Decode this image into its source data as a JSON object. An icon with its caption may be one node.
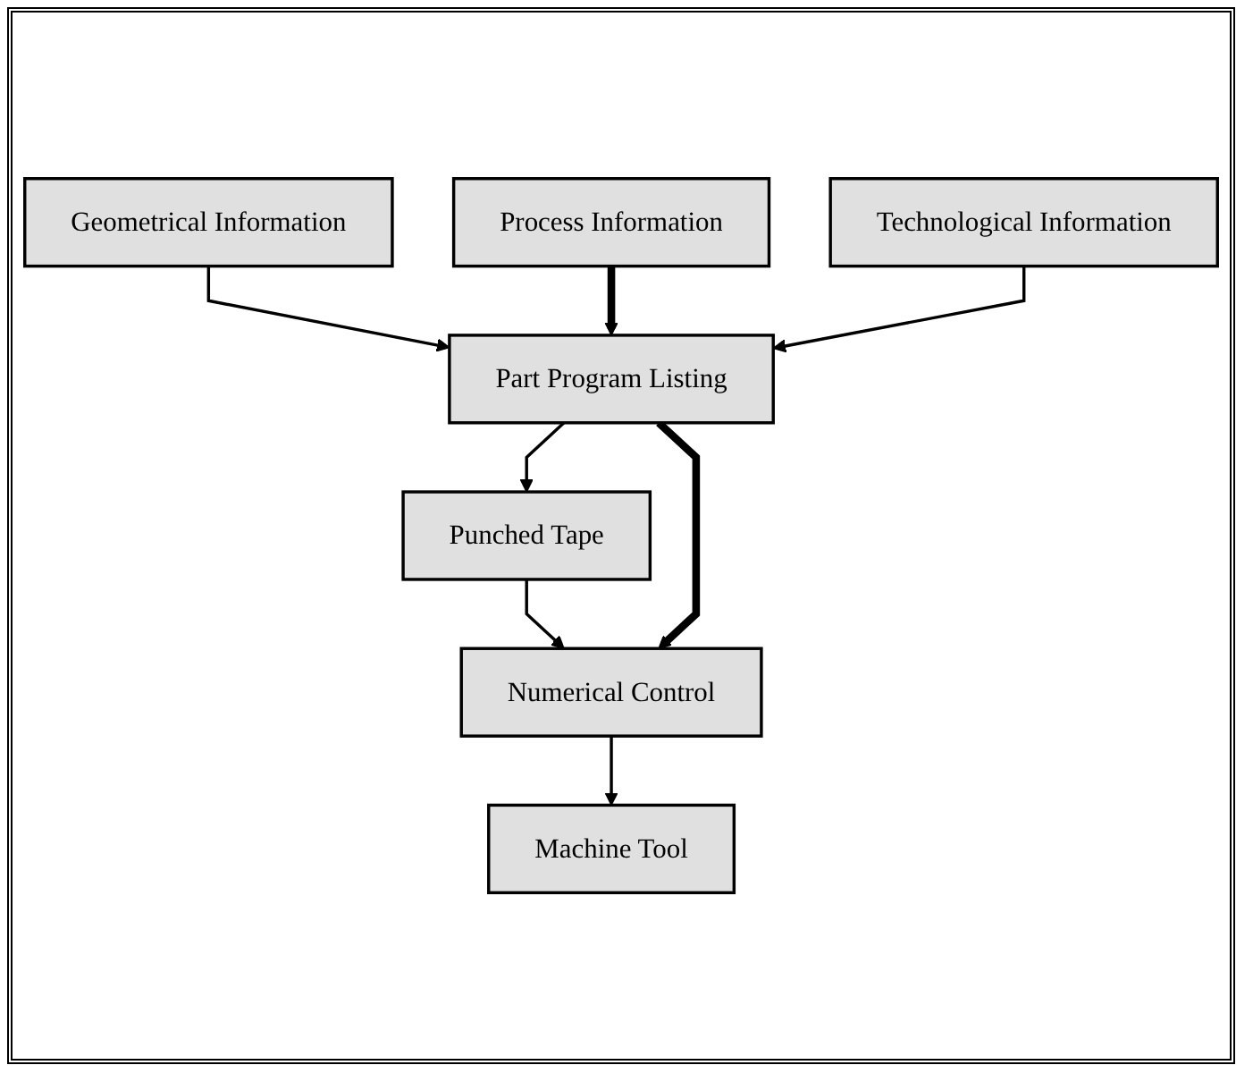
{
  "diagram": {
    "nodes": [
      {
        "text": [
          "Geometrical Information"
        ]
      },
      {
        "text": [
          "Process Information"
        ]
      },
      {
        "text": [
          "Technological Information"
        ]
      },
      {
        "text": [
          "Part Program Listing"
        ]
      },
      {
        "text": [
          "Punched Tape"
        ]
      },
      {
        "text": [
          "Numerical Control"
        ]
      },
      {
        "text": [
          "Machine Tool"
        ]
      }
    ],
    "edges": [
      {
        "from": 0,
        "to": 3,
        "arrow": "to"
      },
      {
        "from": 1,
        "to": 3,
        "arrow": "to",
        "style": "thick"
      },
      {
        "from": 2,
        "to": 3,
        "arrow": "to"
      },
      {
        "from": 3,
        "to": 4,
        "arrow": "to"
      },
      {
        "from": 4,
        "to": 5,
        "arrow": "to"
      },
      {
        "from": 3,
        "to": 5,
        "arrow": "to",
        "style": "thick"
      },
      {
        "from": 5,
        "to": 6,
        "arrow": "to"
      }
    ]
  }
}
